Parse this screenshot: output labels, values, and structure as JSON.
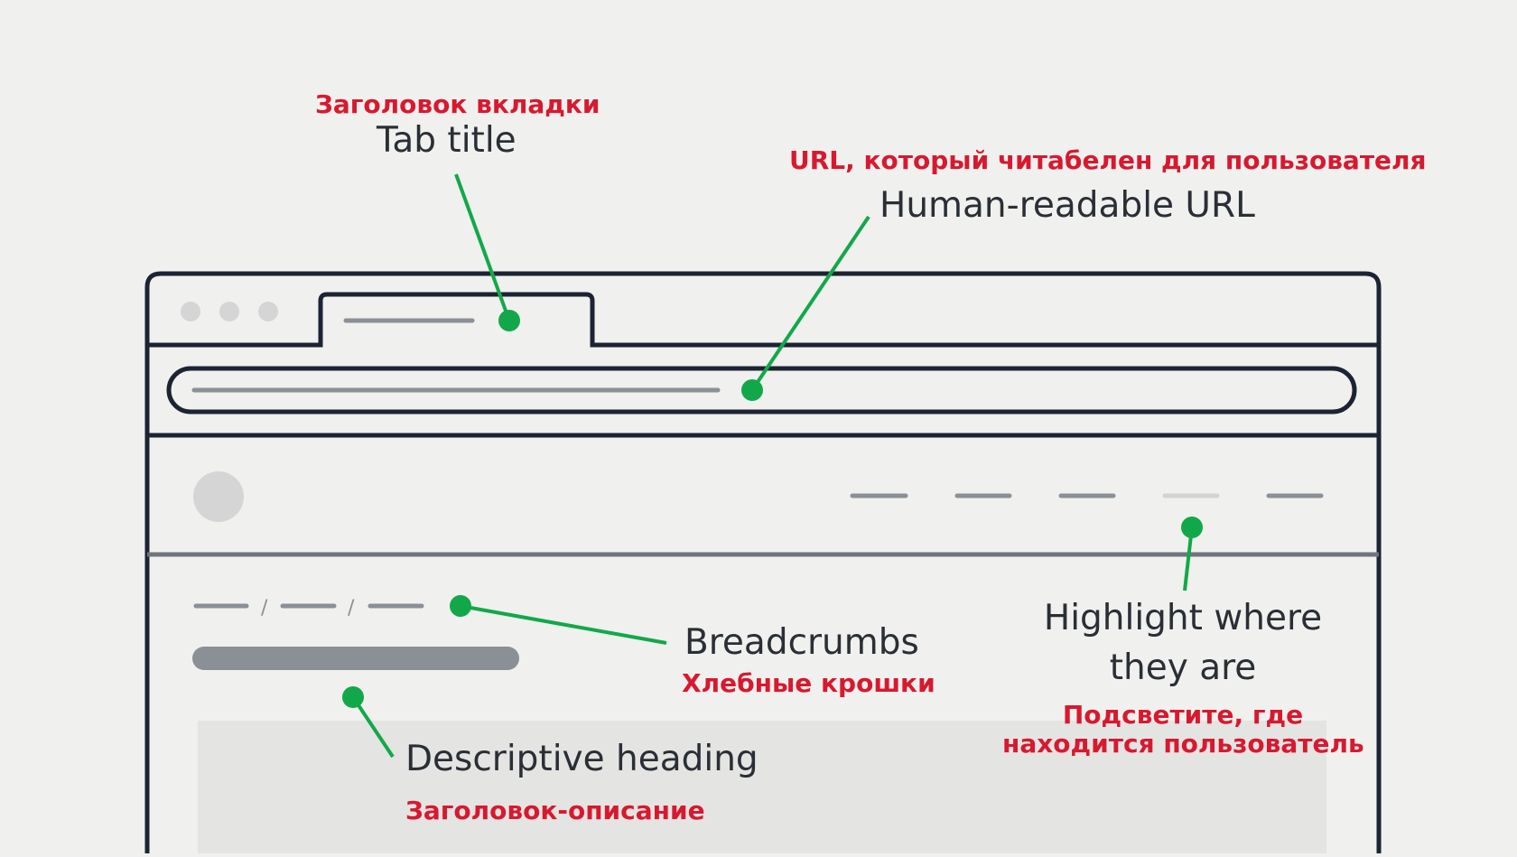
{
  "annotations": {
    "tab_title": {
      "ru": "Заголовок вкладки",
      "en": "Tab title"
    },
    "url": {
      "ru": "URL, который читабелен для пользователя",
      "en": "Human-readable URL"
    },
    "breadcrumbs": {
      "en": "Breadcrumbs",
      "ru": "Хлебные крошки"
    },
    "highlight": {
      "en_line1": "Highlight where",
      "en_line2": "they are",
      "ru_line1": "Подсветите, где",
      "ru_line2": "находится пользователь"
    },
    "heading": {
      "en": "Descriptive heading",
      "ru": "Заголовок-описание"
    }
  },
  "breadcrumb_separators": [
    "/",
    "/"
  ],
  "colors": {
    "background": "#f0f0ee",
    "outline": "#1c2433",
    "marker": "#12a84a",
    "russian_text": "#d7192f",
    "english_text": "#2a2f36",
    "placeholder": "#8a9096",
    "highlight_placeholder": "#d3d3d3"
  }
}
